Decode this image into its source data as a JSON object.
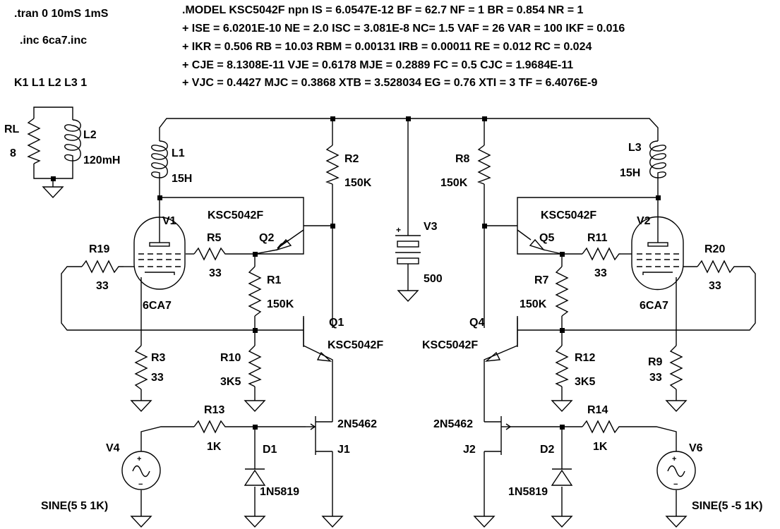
{
  "directives": {
    "tran": ".tran 0 10mS 1mS",
    "inc": ".inc 6ca7.inc",
    "coupling": "K1 L1 L2 L3 1",
    "model": [
      ".MODEL KSC5042F npn IS = 6.0547E-12 BF = 62.7 NF = 1 BR = 0.854 NR = 1",
      "+ ISE = 6.0201E-10 NE = 2.0 ISC = 3.081E-8 NC= 1.5 VAF = 26 VAR = 100 IKF = 0.016",
      "+ IKR = 0.506 RB = 10.03 RBM = 0.00131 IRB = 0.00011 RE = 0.012 RC = 0.024",
      "+ CJE = 8.1308E-11 VJE = 0.6178 MJE = 0.2889 FC = 0.5 CJC = 1.9684E-11",
      "+ VJC = 0.4427 MJC = 0.3868 XTB = 3.528034 EG = 0.76 XTI = 3 TF = 6.4076E-9"
    ]
  },
  "components": {
    "RL": {
      "name": "RL",
      "value": "8"
    },
    "L2": {
      "name": "L2",
      "value": "120mH"
    },
    "L1": {
      "name": "L1",
      "value": "15H"
    },
    "L3": {
      "name": "L3",
      "value": "15H"
    },
    "R2": {
      "name": "R2",
      "value": "150K"
    },
    "R8": {
      "name": "R8",
      "value": "150K"
    },
    "V3": {
      "name": "V3",
      "value": "500"
    },
    "V1": {
      "name": "V1",
      "value": "6CA7"
    },
    "V2": {
      "name": "V2",
      "value": "6CA7"
    },
    "Q2": {
      "name": "Q2",
      "value": "KSC5042F"
    },
    "Q5": {
      "name": "Q5",
      "value": "KSC5042F"
    },
    "R5": {
      "name": "R5",
      "value": "33"
    },
    "R11": {
      "name": "R11",
      "value": "33"
    },
    "R19": {
      "name": "R19",
      "value": "33"
    },
    "R20": {
      "name": "R20",
      "value": "33"
    },
    "R1": {
      "name": "R1",
      "value": "150K"
    },
    "R7": {
      "name": "R7",
      "value": "150K"
    },
    "Q1": {
      "name": "Q1",
      "value": "KSC5042F"
    },
    "Q4": {
      "name": "Q4",
      "value": "KSC5042F"
    },
    "R3": {
      "name": "R3",
      "value": "33"
    },
    "R9": {
      "name": "R9",
      "value": "33"
    },
    "R10": {
      "name": "R10",
      "value": "3K5"
    },
    "R12": {
      "name": "R12",
      "value": "3K5"
    },
    "R13": {
      "name": "R13",
      "value": "1K"
    },
    "R14": {
      "name": "R14",
      "value": "1K"
    },
    "J1": {
      "name": "J1",
      "value": "2N5462"
    },
    "J2": {
      "name": "J2",
      "value": "2N5462"
    },
    "D1": {
      "name": "D1",
      "value": "1N5819"
    },
    "D2": {
      "name": "D2",
      "value": "1N5819"
    },
    "V4": {
      "name": "V4",
      "value": "SINE(5 5 1K)"
    },
    "V6": {
      "name": "V6",
      "value": "SINE(5 -5 1K)"
    }
  }
}
